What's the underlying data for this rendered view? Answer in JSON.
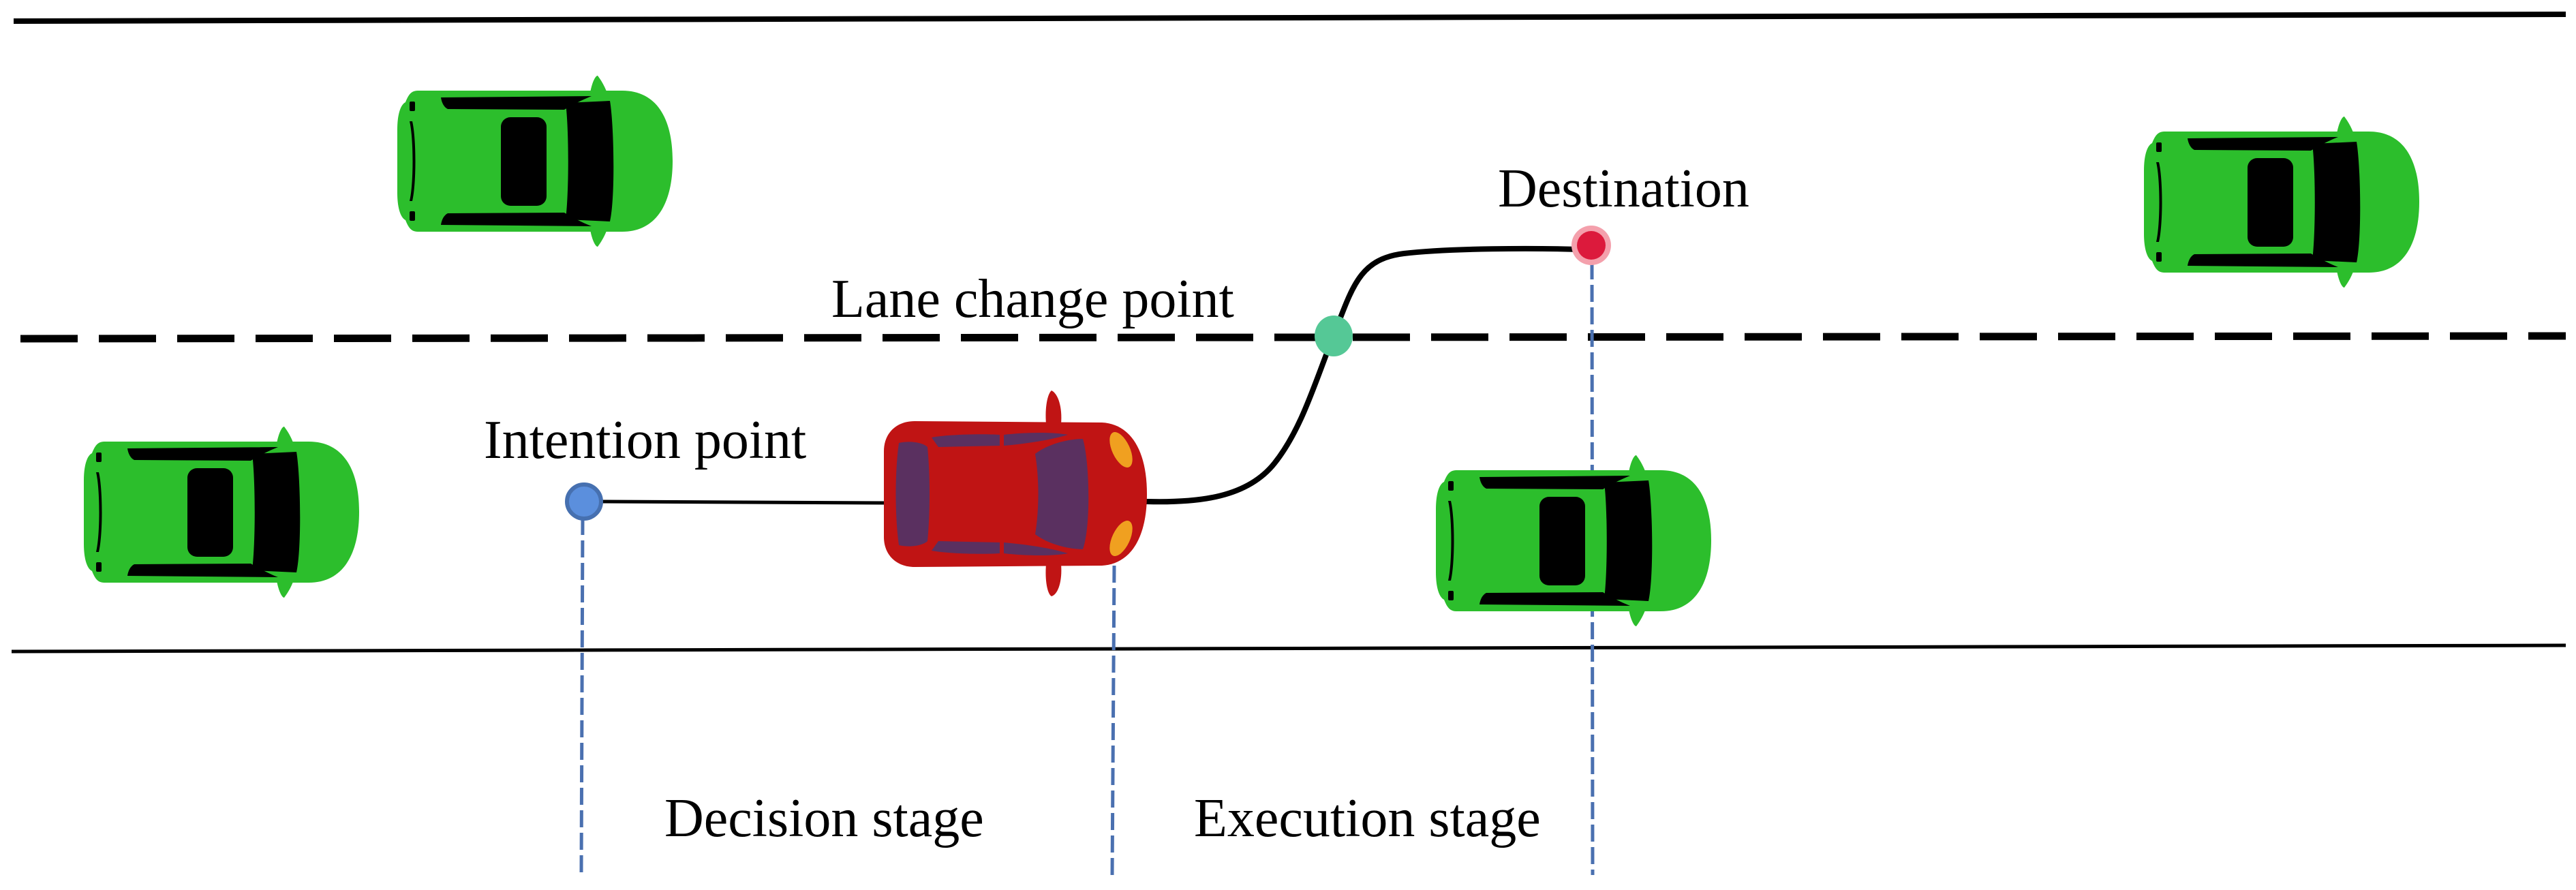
{
  "diagram": {
    "title": "Lane change process: decision and execution stages",
    "labels": {
      "intention_point": "Intention point",
      "lane_change_point": "Lane change point",
      "destination": "Destination",
      "decision_stage": "Decision stage",
      "execution_stage": "Execution stage"
    },
    "vehicles": [
      {
        "role": "surrounding-vehicle",
        "lane": "target (upper) lane",
        "position": "rear-left",
        "color": "#2CBE2C"
      },
      {
        "role": "surrounding-vehicle",
        "lane": "target (upper) lane",
        "position": "front-right",
        "color": "#2CBE2C"
      },
      {
        "role": "surrounding-vehicle",
        "lane": "current (lower) lane",
        "position": "rear",
        "color": "#2CBE2C"
      },
      {
        "role": "ego-vehicle",
        "lane": "current (lower) lane",
        "position": "center",
        "color": "#C01414"
      },
      {
        "role": "surrounding-vehicle",
        "lane": "current (lower) lane",
        "position": "front",
        "color": "#2CBE2C"
      }
    ],
    "markers": [
      {
        "name": "intention-point",
        "fill": "#5B8FDD",
        "stroke": "#4670B0"
      },
      {
        "name": "lane-change-point",
        "fill": "#55C896"
      },
      {
        "name": "destination",
        "fill": "#DC1A3C",
        "halo": "#F4A0AC"
      }
    ],
    "colors": {
      "road_line": "#000000",
      "stage_divider": "#4A70B0",
      "trajectory": "#000000",
      "green_car_body": "#2CBE2C",
      "green_car_glass": "#000000",
      "ego_car_body": "#C01414",
      "ego_car_glass": "#5A3060",
      "ego_car_headlight": "#F0A020"
    }
  }
}
